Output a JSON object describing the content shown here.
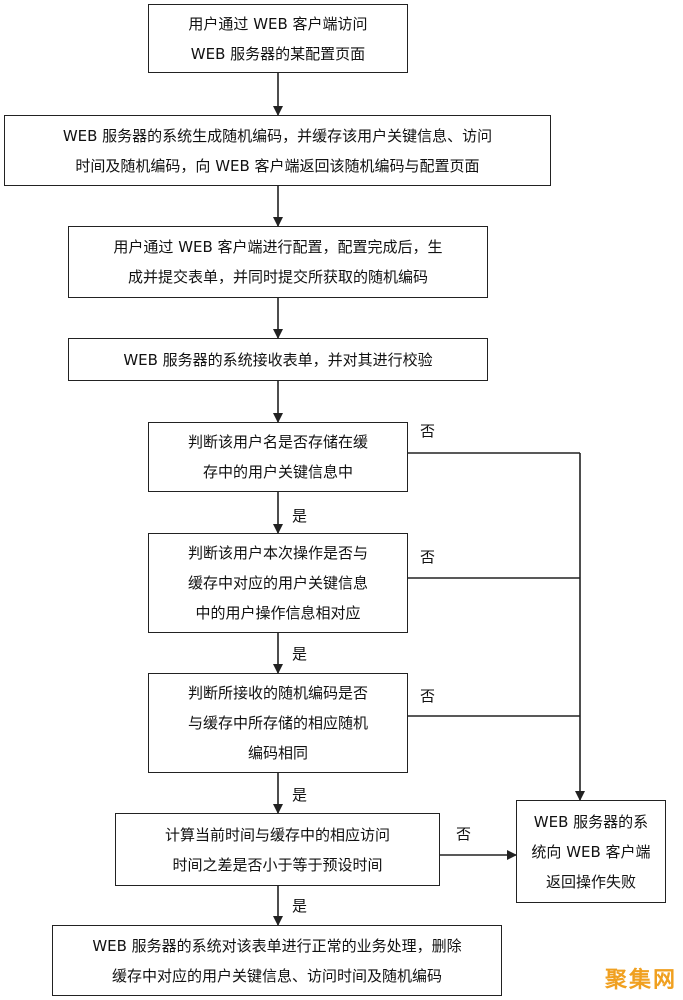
{
  "flowchart": {
    "steps": [
      {
        "text": "用户通过 WEB 客户端访问\nWEB 服务器的某配置页面"
      },
      {
        "text": "WEB 服务器的系统生成随机编码，并缓存该用户关键信息、访问\n时间及随机编码，向 WEB 客户端返回该随机编码与配置页面"
      },
      {
        "text": "用户通过 WEB 客户端进行配置，配置完成后，生\n成并提交表单，并同时提交所获取的随机编码"
      },
      {
        "text": "WEB 服务器的系统接收表单，并对其进行校验"
      },
      {
        "text": "判断该用户名是否存储在缓\n存中的用户关键信息中"
      },
      {
        "text": "判断该用户本次操作是否与\n缓存中对应的用户关键信息\n中的用户操作信息相对应"
      },
      {
        "text": "判断所接收的随机编码是否\n与缓存中所存储的相应随机\n编码相同"
      },
      {
        "text": "计算当前时间与缓存中的相应访问\n时间之差是否小于等于预设时间"
      },
      {
        "text": "WEB 服务器的系统对该表单进行正常的业务处理，删除\n缓存中对应的用户关键信息、访问时间及随机编码"
      }
    ],
    "fail_box": {
      "text": "WEB 服务器的系\n统向 WEB 客户端\n返回操作失败"
    },
    "yes_label": "是",
    "no_label": "否"
  },
  "watermark": "聚集网"
}
